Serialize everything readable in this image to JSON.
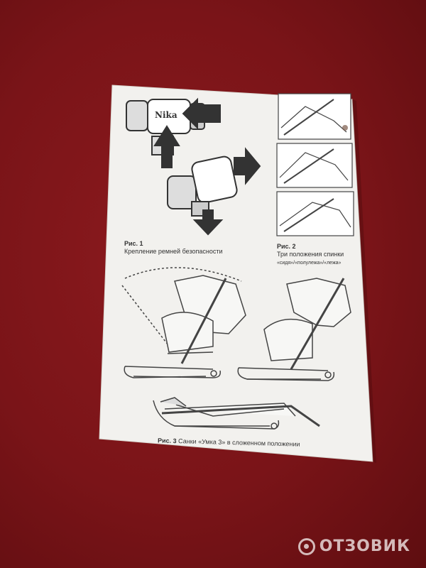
{
  "photo": {
    "background_color": "#7a1418",
    "paper_color": "#f2f1ee",
    "ink_color": "#333333"
  },
  "fig1": {
    "label": "Рис. 1",
    "caption": "Крепление ремней безопасности",
    "logo_text": "Nika"
  },
  "fig2": {
    "label": "Рис. 2",
    "caption": "Три положения спинки",
    "positions": "«сидя»/«полулежа»/«лежа»"
  },
  "fig3": {
    "label": "Рис. 3",
    "caption": "Санки «Умка 3» в сложенном положении"
  },
  "watermark": {
    "text": "ОТЗОВИК",
    "icon": "otzovik-logo-icon"
  }
}
